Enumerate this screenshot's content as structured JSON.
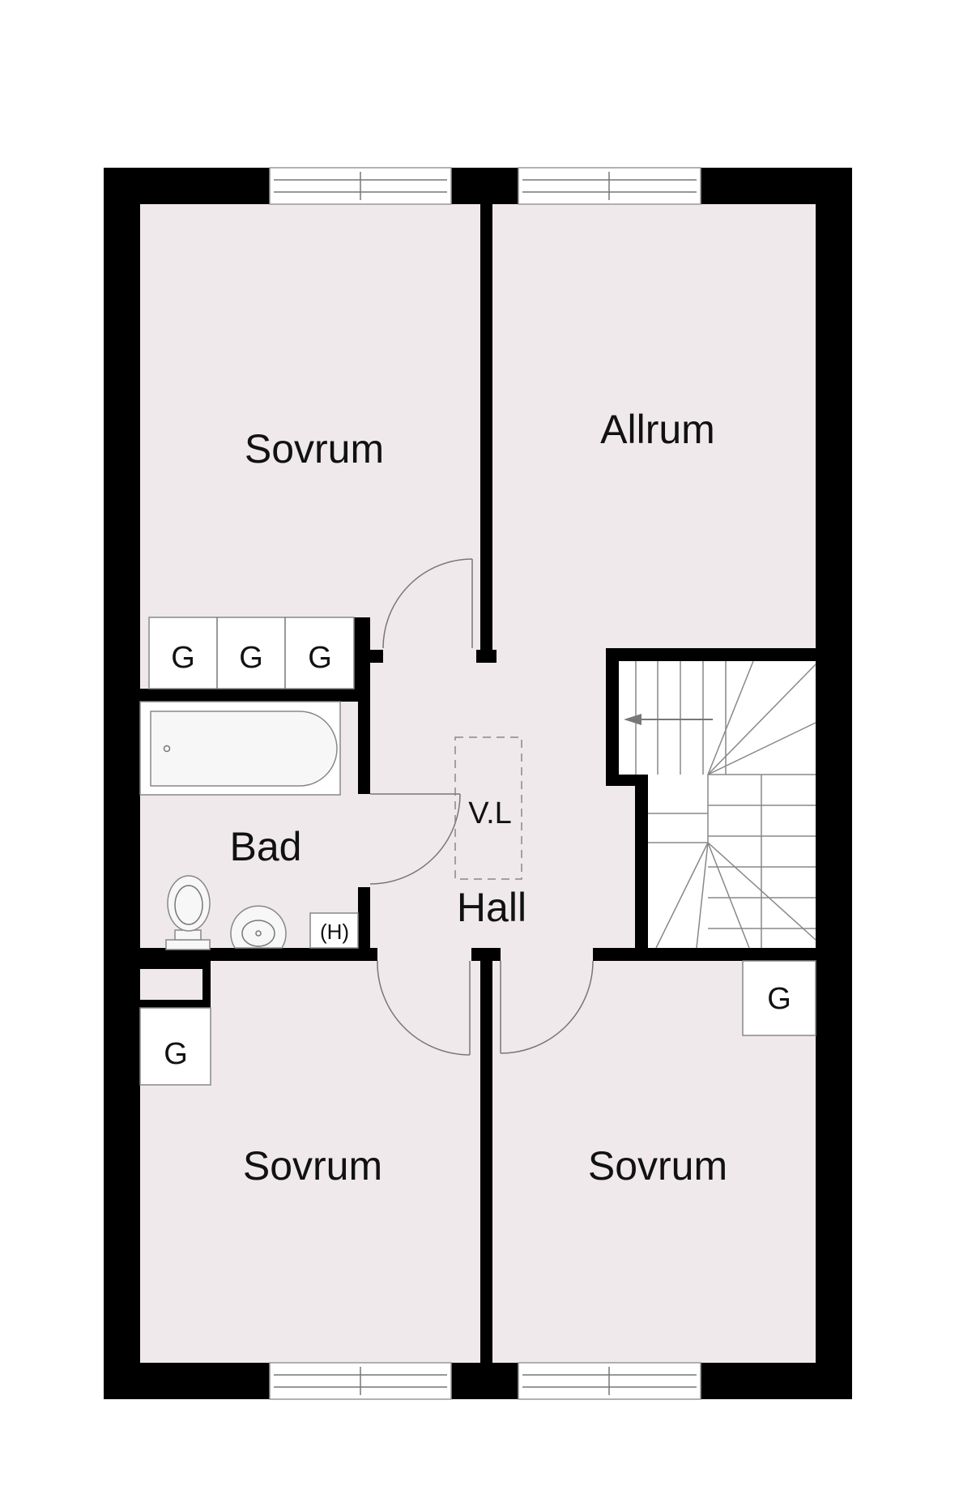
{
  "colors": {
    "floor": "#efe9eb",
    "wall": "#000000",
    "background": "#ffffff",
    "line": "#777777"
  },
  "rooms": {
    "bedroom_top_left": "Sovrum",
    "living": "Allrum",
    "bathroom": "Bad",
    "hall": "Hall",
    "bedroom_bottom_left": "Sovrum",
    "bedroom_bottom_right": "Sovrum"
  },
  "labels": {
    "wardrobe": "G",
    "boiler": "(H)",
    "skylight": "V.L"
  }
}
